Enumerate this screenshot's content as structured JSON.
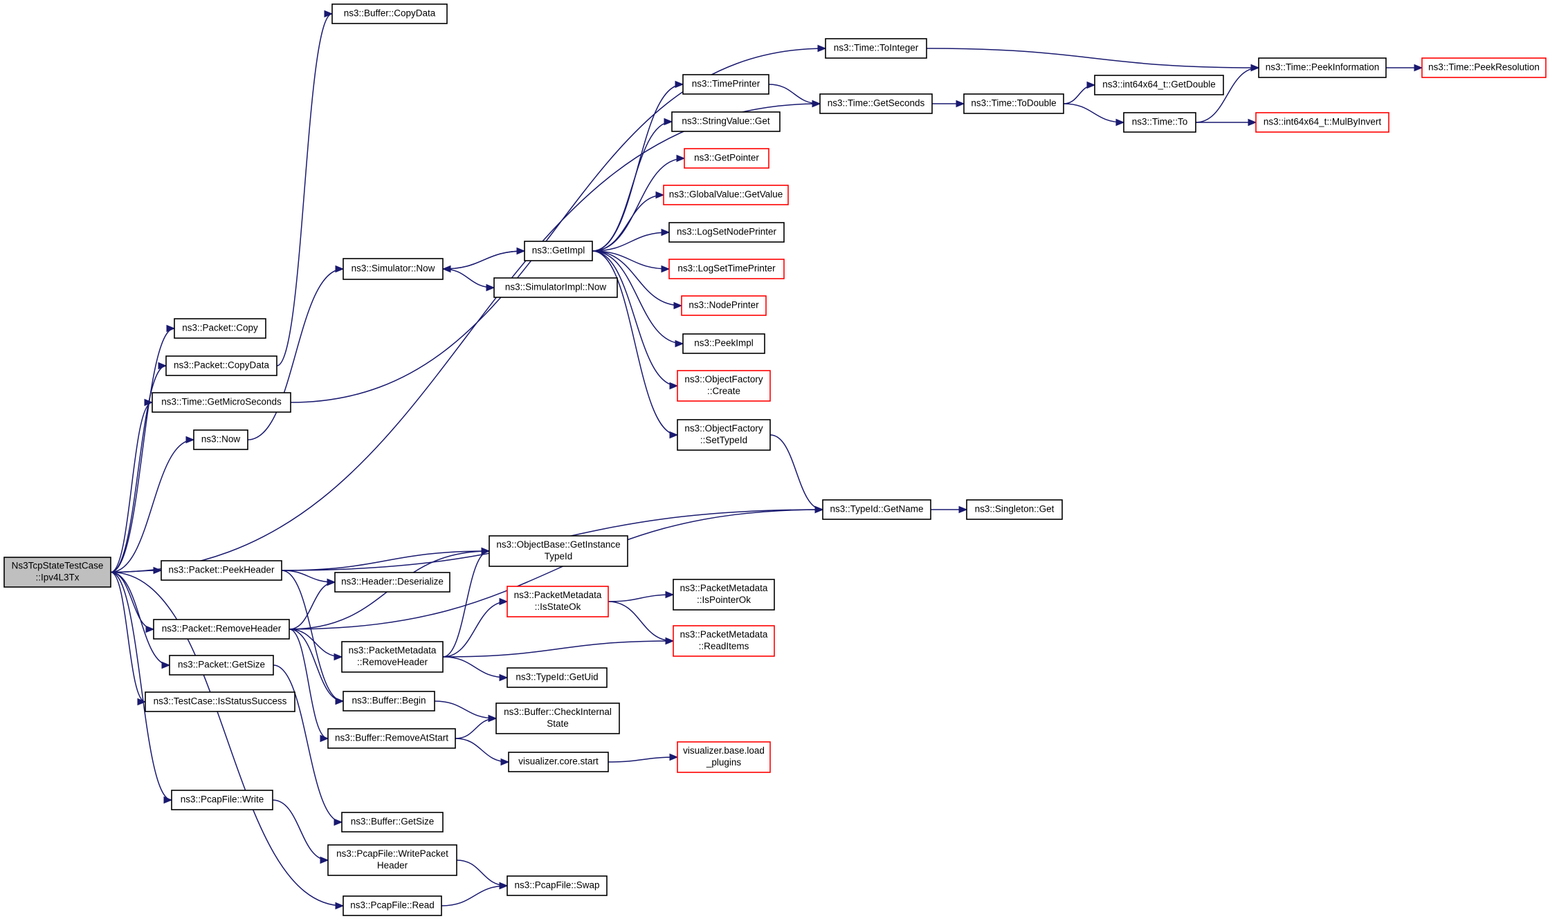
{
  "diagram": {
    "type": "doxygen-call-graph",
    "nodes": [
      {
        "id": "root",
        "lines": [
          "Ns3TcpStateTestCase",
          "::Ipv4L3Tx"
        ],
        "style": "root"
      },
      {
        "id": "pkt_copy",
        "lines": [
          "ns3::Packet::Copy"
        ]
      },
      {
        "id": "pkt_copydata",
        "lines": [
          "ns3::Packet::CopyData"
        ]
      },
      {
        "id": "time_getmicro",
        "lines": [
          "ns3::Time::GetMicroSeconds"
        ]
      },
      {
        "id": "now",
        "lines": [
          "ns3::Now"
        ]
      },
      {
        "id": "pkt_peekheader",
        "lines": [
          "ns3::Packet::PeekHeader"
        ]
      },
      {
        "id": "pkt_removeheader",
        "lines": [
          "ns3::Packet::RemoveHeader"
        ]
      },
      {
        "id": "pkt_getsize",
        "lines": [
          "ns3::Packet::GetSize"
        ]
      },
      {
        "id": "testcase_isstatus",
        "lines": [
          "ns3::TestCase::IsStatusSuccess"
        ]
      },
      {
        "id": "pcap_write",
        "lines": [
          "ns3::PcapFile::Write"
        ]
      },
      {
        "id": "pcap_read",
        "lines": [
          "ns3::PcapFile::Read"
        ]
      },
      {
        "id": "buffer_copydata",
        "lines": [
          "ns3::Buffer::CopyData"
        ]
      },
      {
        "id": "sim_now",
        "lines": [
          "ns3::Simulator::Now"
        ]
      },
      {
        "id": "getimpl",
        "lines": [
          "ns3::GetImpl"
        ]
      },
      {
        "id": "simimpl_now",
        "lines": [
          "ns3::SimulatorImpl::Now"
        ]
      },
      {
        "id": "timeprinter",
        "lines": [
          "ns3::TimePrinter"
        ]
      },
      {
        "id": "stringvalue_get",
        "lines": [
          "ns3::StringValue::Get"
        ]
      },
      {
        "id": "getpointer",
        "lines": [
          "ns3::GetPointer"
        ],
        "style": "red"
      },
      {
        "id": "globalvalue_getvalue",
        "lines": [
          "ns3::GlobalValue::GetValue"
        ],
        "style": "red"
      },
      {
        "id": "logsetnodeprinter",
        "lines": [
          "ns3::LogSetNodePrinter"
        ]
      },
      {
        "id": "logsettimeprinter",
        "lines": [
          "ns3::LogSetTimePrinter"
        ],
        "style": "red"
      },
      {
        "id": "nodeprinter",
        "lines": [
          "ns3::NodePrinter"
        ],
        "style": "red"
      },
      {
        "id": "peekimpl",
        "lines": [
          "ns3::PeekImpl"
        ]
      },
      {
        "id": "objfactory_create",
        "lines": [
          "ns3::ObjectFactory",
          "::Create"
        ],
        "style": "red"
      },
      {
        "id": "objfactory_settypeid",
        "lines": [
          "ns3::ObjectFactory",
          "::SetTypeId"
        ]
      },
      {
        "id": "time_tointeger",
        "lines": [
          "ns3::Time::ToInteger"
        ]
      },
      {
        "id": "time_getseconds",
        "lines": [
          "ns3::Time::GetSeconds"
        ]
      },
      {
        "id": "time_todouble",
        "lines": [
          "ns3::Time::ToDouble"
        ]
      },
      {
        "id": "int64_getdouble",
        "lines": [
          "ns3::int64x64_t::GetDouble"
        ]
      },
      {
        "id": "time_to",
        "lines": [
          "ns3::Time::To"
        ]
      },
      {
        "id": "time_peekinfo",
        "lines": [
          "ns3::Time::PeekInformation"
        ]
      },
      {
        "id": "time_peekres",
        "lines": [
          "ns3::Time::PeekResolution"
        ],
        "style": "red"
      },
      {
        "id": "int64_mulbyinvert",
        "lines": [
          "ns3::int64x64_t::MulByInvert"
        ],
        "style": "red"
      },
      {
        "id": "typeid_getname",
        "lines": [
          "ns3::TypeId::GetName"
        ]
      },
      {
        "id": "singleton_get",
        "lines": [
          "ns3::Singleton::Get"
        ]
      },
      {
        "id": "objbase_getinstance",
        "lines": [
          "ns3::ObjectBase::GetInstance",
          "TypeId"
        ]
      },
      {
        "id": "header_deserialize",
        "lines": [
          "ns3::Header::Deserialize"
        ]
      },
      {
        "id": "pm_isstateok",
        "lines": [
          "ns3::PacketMetadata",
          "::IsStateOk"
        ],
        "style": "red"
      },
      {
        "id": "pm_removeheader",
        "lines": [
          "ns3::PacketMetadata",
          "::RemoveHeader"
        ]
      },
      {
        "id": "pm_ispointerok",
        "lines": [
          "ns3::PacketMetadata",
          "::IsPointerOk"
        ]
      },
      {
        "id": "pm_readitems",
        "lines": [
          "ns3::PacketMetadata",
          "::ReadItems"
        ],
        "style": "red"
      },
      {
        "id": "typeid_getuid",
        "lines": [
          "ns3::TypeId::GetUid"
        ]
      },
      {
        "id": "buffer_begin",
        "lines": [
          "ns3::Buffer::Begin"
        ]
      },
      {
        "id": "buffer_checkinternal",
        "lines": [
          "ns3::Buffer::CheckInternal",
          "State"
        ]
      },
      {
        "id": "buffer_removeatstart",
        "lines": [
          "ns3::Buffer::RemoveAtStart"
        ]
      },
      {
        "id": "viz_core_start",
        "lines": [
          "visualizer.core.start"
        ]
      },
      {
        "id": "viz_base_load",
        "lines": [
          "visualizer.base.load",
          "_plugins"
        ],
        "style": "red"
      },
      {
        "id": "buffer_getsize",
        "lines": [
          "ns3::Buffer::GetSize"
        ]
      },
      {
        "id": "pcap_writepacketheader",
        "lines": [
          "ns3::PcapFile::WritePacket",
          "Header"
        ]
      },
      {
        "id": "pcap_swap",
        "lines": [
          "ns3::PcapFile::Swap"
        ]
      }
    ],
    "edges": [
      [
        "root",
        "pkt_copy"
      ],
      [
        "root",
        "pkt_copydata"
      ],
      [
        "root",
        "time_getmicro"
      ],
      [
        "root",
        "now"
      ],
      [
        "root",
        "time_getseconds"
      ],
      [
        "root",
        "pkt_peekheader"
      ],
      [
        "root",
        "pkt_removeheader"
      ],
      [
        "root",
        "pkt_getsize"
      ],
      [
        "root",
        "testcase_isstatus"
      ],
      [
        "root",
        "pcap_write"
      ],
      [
        "root",
        "pcap_read"
      ],
      [
        "pkt_copydata",
        "buffer_copydata"
      ],
      [
        "time_getmicro",
        "time_tointeger"
      ],
      [
        "now",
        "sim_now"
      ],
      [
        "sim_now",
        "getimpl"
      ],
      [
        "sim_now",
        "simimpl_now"
      ],
      [
        "getimpl",
        "timeprinter"
      ],
      [
        "getimpl",
        "stringvalue_get"
      ],
      [
        "getimpl",
        "getpointer"
      ],
      [
        "getimpl",
        "globalvalue_getvalue"
      ],
      [
        "getimpl",
        "logsetnodeprinter"
      ],
      [
        "getimpl",
        "logsettimeprinter"
      ],
      [
        "getimpl",
        "nodeprinter"
      ],
      [
        "getimpl",
        "peekimpl"
      ],
      [
        "getimpl",
        "objfactory_create"
      ],
      [
        "getimpl",
        "objfactory_settypeid"
      ],
      [
        "getimpl",
        "sim_now"
      ],
      [
        "timeprinter",
        "time_getseconds"
      ],
      [
        "objfactory_settypeid",
        "typeid_getname"
      ],
      [
        "time_tointeger",
        "time_peekinfo"
      ],
      [
        "time_getseconds",
        "time_todouble"
      ],
      [
        "time_todouble",
        "int64_getdouble"
      ],
      [
        "time_todouble",
        "time_to"
      ],
      [
        "time_to",
        "time_peekinfo"
      ],
      [
        "time_to",
        "int64_mulbyinvert"
      ],
      [
        "time_peekinfo",
        "time_peekres"
      ],
      [
        "typeid_getname",
        "singleton_get"
      ],
      [
        "pkt_peekheader",
        "typeid_getname"
      ],
      [
        "pkt_peekheader",
        "objbase_getinstance"
      ],
      [
        "pkt_peekheader",
        "header_deserialize"
      ],
      [
        "pkt_peekheader",
        "buffer_begin"
      ],
      [
        "pkt_removeheader",
        "header_deserialize"
      ],
      [
        "pkt_removeheader",
        "objbase_getinstance"
      ],
      [
        "pkt_removeheader",
        "pm_removeheader"
      ],
      [
        "pkt_removeheader",
        "buffer_begin"
      ],
      [
        "pkt_removeheader",
        "buffer_removeatstart"
      ],
      [
        "pkt_removeheader",
        "typeid_getname"
      ],
      [
        "pm_removeheader",
        "objbase_getinstance"
      ],
      [
        "pm_removeheader",
        "pm_isstateok"
      ],
      [
        "pm_removeheader",
        "pm_readitems"
      ],
      [
        "pm_removeheader",
        "typeid_getuid"
      ],
      [
        "pm_isstateok",
        "pm_ispointerok"
      ],
      [
        "pm_isstateok",
        "pm_readitems"
      ],
      [
        "buffer_begin",
        "buffer_checkinternal"
      ],
      [
        "buffer_removeatstart",
        "buffer_checkinternal"
      ],
      [
        "buffer_removeatstart",
        "viz_core_start"
      ],
      [
        "viz_core_start",
        "viz_base_load"
      ],
      [
        "pkt_getsize",
        "buffer_getsize"
      ],
      [
        "pcap_write",
        "pcap_writepacketheader"
      ],
      [
        "pcap_writepacketheader",
        "pcap_swap"
      ],
      [
        "pcap_read",
        "pcap_swap"
      ]
    ]
  }
}
